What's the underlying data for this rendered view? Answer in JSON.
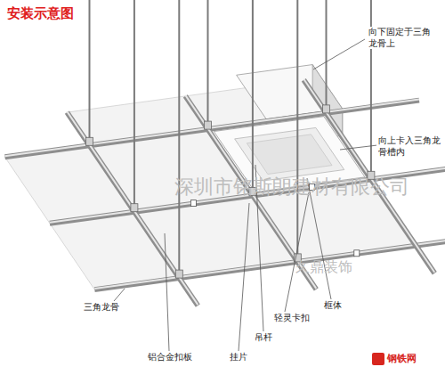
{
  "diagram": {
    "title": "安装示意图",
    "labels": [
      "向下固定于三角龙骨上",
      "向上卡入三角龙骨槽内",
      "深圳市铭斯朗建材有限公司",
      "久鼎装饰",
      "三角龙骨",
      "框体",
      "轻灵卡扣",
      "吊杆",
      "铝合金扣板",
      "挂片",
      "钢铁网"
    ]
  }
}
